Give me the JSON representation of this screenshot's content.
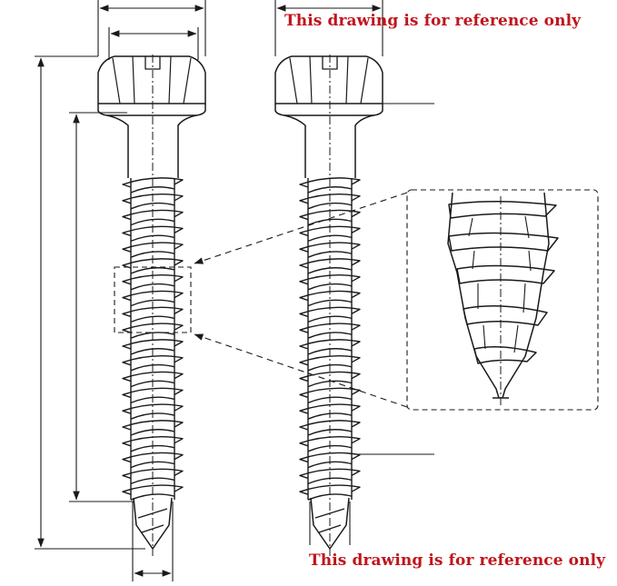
{
  "notes": {
    "top": "This drawing is for reference only",
    "bottom": "This drawing is for reference only"
  },
  "colors": {
    "ink": "#1a1a1a",
    "note": "#c0141c",
    "background": "#ffffff"
  },
  "parts": {
    "left_screw": "hex-washer-head-screw-dimensioned",
    "right_screw": "hex-washer-head-screw-callout",
    "detail": "tapping-point-detail"
  }
}
